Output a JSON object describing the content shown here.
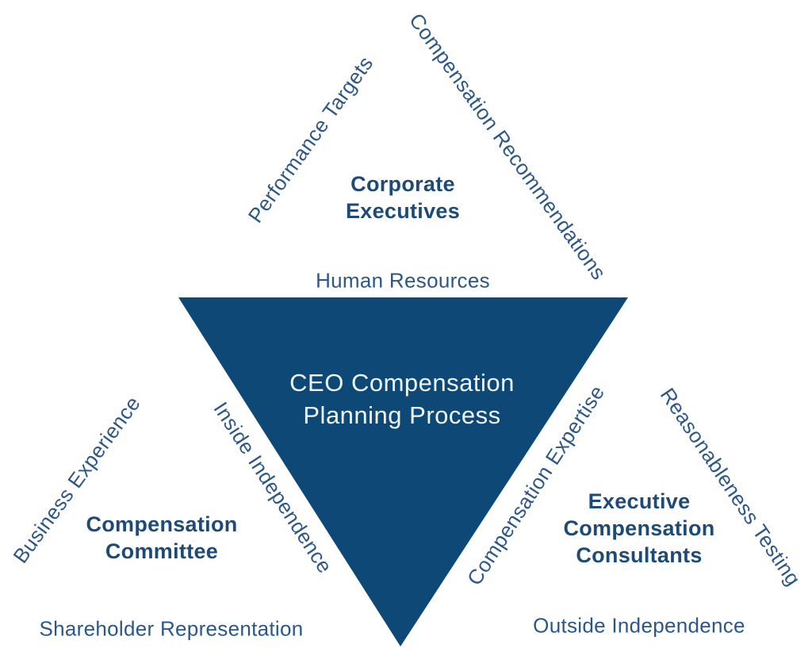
{
  "diagram": {
    "title": {
      "line1": "CEO Compensation",
      "line2": "Planning Process"
    },
    "colors": {
      "triangle_fill": "#0e4876",
      "label_text": "#2d5787",
      "heading_text": "#1d4a77",
      "title_text": "#eef5fa",
      "background": "#ffffff"
    },
    "top_group": {
      "left_edge_label": "Performance Targets",
      "right_edge_label": "Compensation Recommendations",
      "heading_line1": "Corporate",
      "heading_line2": "Executives",
      "base_label": "Human Resources"
    },
    "left_group": {
      "left_edge_label": "Business Experience",
      "right_edge_label": "Inside Independence",
      "heading_line1": "Compensation",
      "heading_line2": "Committee",
      "base_label": "Shareholder Representation"
    },
    "right_group": {
      "left_edge_label": "Compensation Expertise",
      "right_edge_label": "Reasonableness Testing",
      "heading_line1": "Executive",
      "heading_line2": "Compensation",
      "heading_line3": "Consultants",
      "base_label": "Outside Independence"
    }
  }
}
